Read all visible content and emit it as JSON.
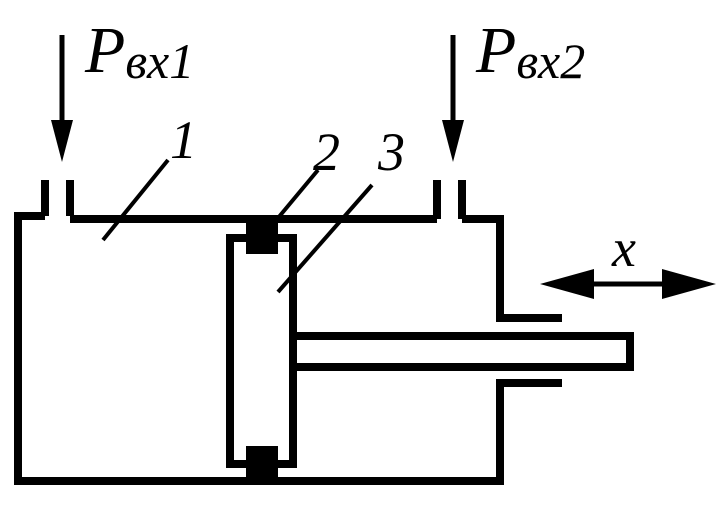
{
  "labels": {
    "p_in1": "P",
    "p_in1_sub": "вх1",
    "p_in2": "P",
    "p_in2_sub": "вх2",
    "num1": "1",
    "num2": "2",
    "num3": "3",
    "x": "x"
  },
  "colors": {
    "stroke": "#000000",
    "background": "#ffffff"
  }
}
